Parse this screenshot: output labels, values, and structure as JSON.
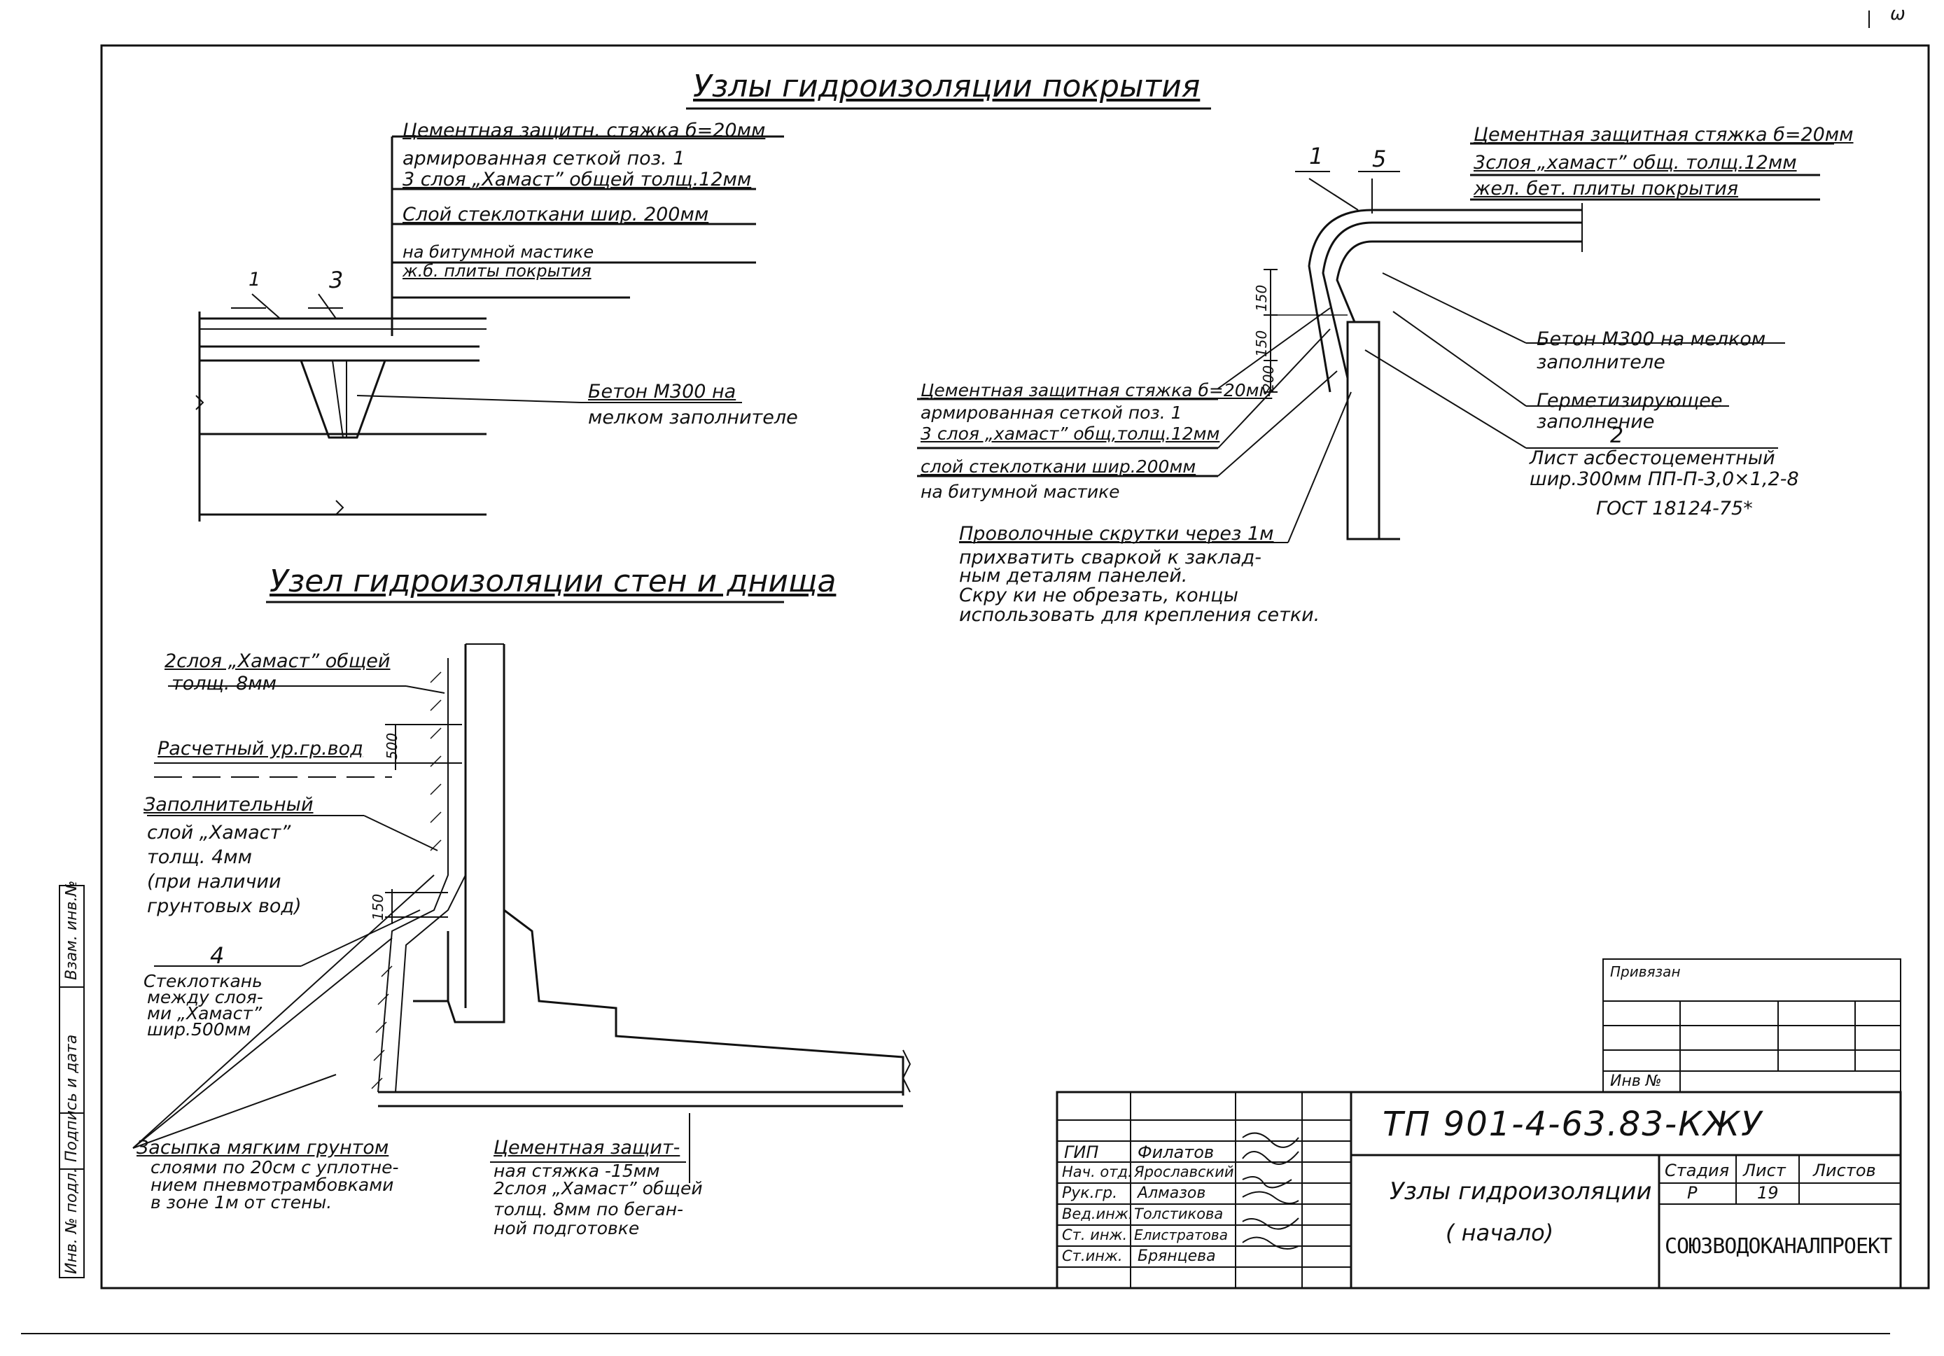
{
  "header": {
    "sheet_corner": "ω"
  },
  "roof_section": {
    "title": "Узлы гидроизоляции покрытия",
    "left_detail": {
      "layers": [
        "Цементная защитн. стяжка б=20мм",
        "армированная сеткой поз. 1",
        "3 слоя „Хамаст” общей толщ.12мм",
        "Слой стеклоткани шир. 200мм",
        "на битумной мастике",
        "ж.б. плиты покрытия"
      ],
      "callouts": [
        "1",
        "3"
      ],
      "concrete": "Бетон М300 на",
      "concrete2": "мелком заполнителе"
    },
    "right_detail": {
      "callouts": [
        "1",
        "5",
        "2"
      ],
      "top_layers": [
        "Цементная защитная стяжка б=20мм",
        "3слоя „хамаст” общ. толщ.12мм",
        "жел. бет. плиты покрытия"
      ],
      "left_layers": [
        "Цементная защитная стяжка б=20мм",
        "армированная сеткой поз. 1",
        "3 слоя „хамаст” общ,толщ.12мм",
        "слой стеклоткани шир.200мм",
        "на битумной мастике"
      ],
      "right_notes": [
        "Бетон М300 на мелком",
        "заполнителе",
        "Герметизирующее",
        "заполнение",
        "Лист асбестоцементный",
        "шир.300мм ПП-П-3,0×1,2-8",
        "ГОСТ 18124-75*"
      ],
      "wire_note": [
        "Проволочные скрутки через 1м",
        "прихватить сваркой к заклад-",
        "ным деталям панелей.",
        "Скру ки не обрезать, концы",
        "использовать для крепления сетки."
      ],
      "dims": [
        "150",
        "150",
        "200"
      ]
    }
  },
  "wall_section": {
    "title": "Узел гидроизоляции стен и днища",
    "notes": [
      "2слоя „Хамаст” общей",
      "толщ. 8мм",
      "Расчетный ур.гр.вод",
      "Заполнительный",
      "слой „Хамаст”",
      "толщ. 4мм",
      "(при наличии",
      "грунтовых вод)",
      "4",
      "Стеклоткань",
      "между слоя-",
      "ми „Хамаст”",
      "шир.500мм"
    ],
    "dims": [
      "500",
      "150"
    ],
    "bottom_notes_left": [
      "Засыпка мягким грунтом",
      "слоями по 20см с уплотне-",
      "нием пневмотрамбовками",
      "в зоне 1м от стены."
    ],
    "bottom_notes_right": [
      "Цементная защит-",
      "ная стяжка -15мм",
      "2слоя „Хамаст” общей",
      "толщ. 8мм по беган-",
      "ной подготовке"
    ]
  },
  "side_stamp": {
    "labels": [
      "Инв. № подл.",
      "Подпись и дата",
      "Взам. инв.№"
    ]
  },
  "binding_table": {
    "header": "Привязан",
    "footer": "Инв №"
  },
  "title_block": {
    "code": "ТП 901-4-63.83-КЖУ",
    "name_line1": "Узлы гидроизоляции",
    "name_line2": "( начало)",
    "stage_label": "Стадия",
    "sheet_label": "Лист",
    "sheets_label": "Листов",
    "stage": "Р",
    "sheet": "19",
    "org": "СОЮЗВОДОКАНАЛПРОЕКТ",
    "people": [
      {
        "role": "ГИП",
        "name": "Филатов"
      },
      {
        "role": "Нач. отд.",
        "name": "Ярославский"
      },
      {
        "role": "Рук.гр.",
        "name": "Алмазов"
      },
      {
        "role": "Вед.инж.",
        "name": "Толстикова"
      },
      {
        "role": "Ст. инж.",
        "name": "Елистратова"
      },
      {
        "role": "Ст.инж.",
        "name": "Брянцева"
      }
    ]
  }
}
